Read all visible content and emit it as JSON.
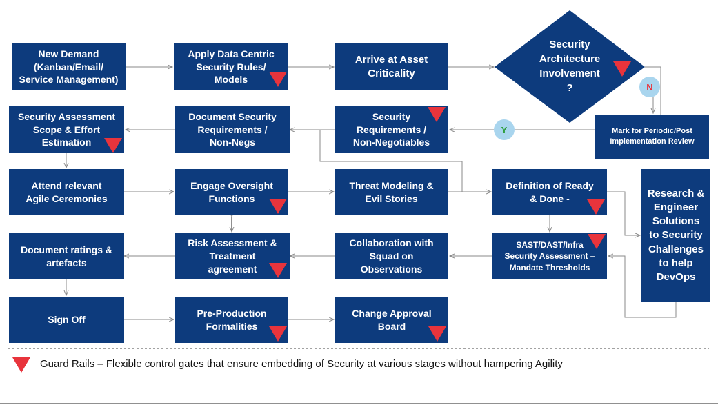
{
  "colors": {
    "box": "#0d3b7d",
    "guard": "#e8343c",
    "circle": "#a9d5ee",
    "line": "#8a8a8a"
  },
  "boxes": {
    "new_demand": "New Demand\n(Kanban/Email/\nService Management)",
    "apply_rules": "Apply Data Centric\nSecurity Rules/\nModels",
    "asset_criticality": "Arrive at Asset\nCriticality",
    "sec_assessment_scope": "Security Assessment\nScope & Effort\nEstimation",
    "doc_sec_requirements": "Document Security\nRequirements /\nNon-Negs",
    "sec_requirements": "Security\nRequirements /\nNon-Negotiables",
    "mark_periodic": "Mark for Periodic/Post\nImplementation Review",
    "attend_agile": "Attend relevant\nAgile Ceremonies",
    "engage_oversight": "Engage Oversight\nFunctions",
    "threat_modeling": "Threat Modeling &\nEvil Stories",
    "definition_ready": "Definition of Ready\n& Done -",
    "research": "Research &\nEngineer\nSolutions\nto Security\nChallenges\nto help\nDevOps",
    "doc_ratings": "Document ratings &\nartefacts",
    "risk_assessment": "Risk Assessment &\nTreatment\nagreement",
    "collaboration": "Collaboration with\nSquad on\nObservations",
    "sast_dast": "SAST/DAST/Infra\nSecurity Assessment –\nMandate Thresholds",
    "sign_off": "Sign Off",
    "pre_production": "Pre-Production\nFormalities",
    "change_approval": "Change Approval\nBoard"
  },
  "decision": {
    "text": "Security\nArchitecture\nInvolvement\n?"
  },
  "branches": {
    "yes": "Y",
    "no": "N"
  },
  "legend": {
    "text": "Guard Rails – Flexible control gates that ensure embedding of Security at various stages without hampering Agility"
  }
}
